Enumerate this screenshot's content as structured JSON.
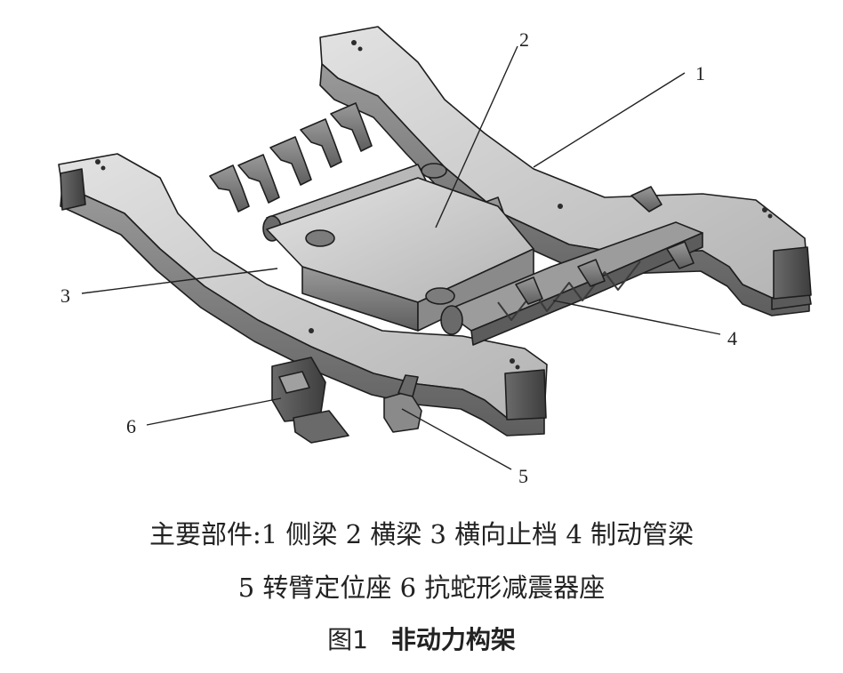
{
  "callouts": [
    "1",
    "2",
    "3",
    "4",
    "5",
    "6"
  ],
  "caption": {
    "line1": "主要部件:1 侧梁 2 横梁 3 横向止档 4 制动管梁",
    "line2": "5 转臂定位座 6 抗蛇形减震器座"
  },
  "figure": {
    "number": "图1",
    "title": "非动力构架"
  },
  "colors": {
    "metal_top": "#d6d6d6",
    "metal_mid": "#a9a9a9",
    "metal_side": "#7b7b7b",
    "metal_dark": "#4a4a4a",
    "outline": "#1e1e1e",
    "leader": "#222222"
  }
}
